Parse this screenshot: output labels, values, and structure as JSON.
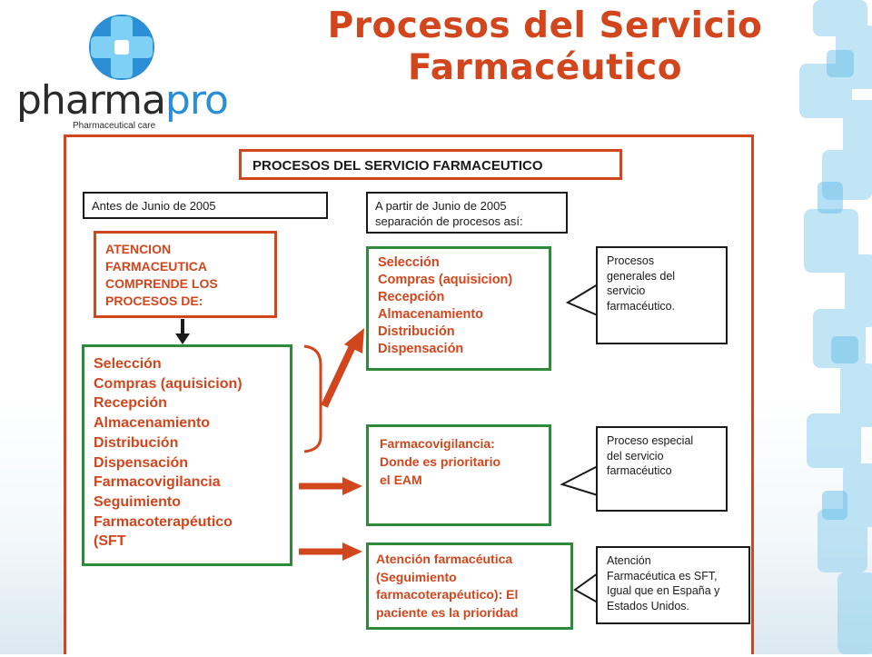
{
  "title": {
    "line1": "Procesos del Servicio",
    "line2": "Farmacéutico"
  },
  "logo": {
    "word_pharma": "pharma",
    "word_pro": "pro",
    "tagline": "Pharmaceutical care"
  },
  "diagram": {
    "main_title": "PROCESOS DEL SERVICIO FARMACEUTICO",
    "before_label": "Antes de Junio de 2005",
    "after_label": [
      "A partir de Junio de 2005",
      "separación de procesos así:"
    ],
    "atencion_box": [
      "ATENCION",
      "FARMACEUTICA",
      "COMPRENDE LOS",
      "PROCESOS DE:"
    ],
    "procesos_list": [
      "Selección",
      "Compras (aquisicion)",
      "Recepción",
      "Almacenamiento",
      "Distribución",
      "Dispensación",
      "Farmacovigilancia",
      "Seguimiento",
      "Farmacoterapéutico",
      "(SFT"
    ],
    "seleccion_box": [
      "Selección",
      "Compras (aquisicion)",
      "Recepción",
      "Almacenamiento",
      "Distribución",
      "Dispensación"
    ],
    "farmaco_box": [
      "Farmacovigilancia:",
      "Donde es prioritario",
      "el EAM"
    ],
    "atencion_sft_box": [
      "Atención farmacéutica",
      "(Seguimiento",
      "farmacoterapéutico): El",
      "paciente es la prioridad"
    ],
    "callout_1": [
      "Procesos",
      "generales del",
      "servicio",
      "farmacéutico."
    ],
    "callout_2": [
      "Proceso especial",
      "del servicio",
      "farmacéutico"
    ],
    "callout_3": [
      "Atención",
      "Farmacéutica es SFT,",
      "Igual que en España y",
      "Estados Unidos."
    ]
  },
  "colors": {
    "accent_red": "#d2461d",
    "box_green": "#2f8a3a",
    "logo_blue": "#2b8fd6",
    "deco_blue": "#8fd0ee"
  }
}
